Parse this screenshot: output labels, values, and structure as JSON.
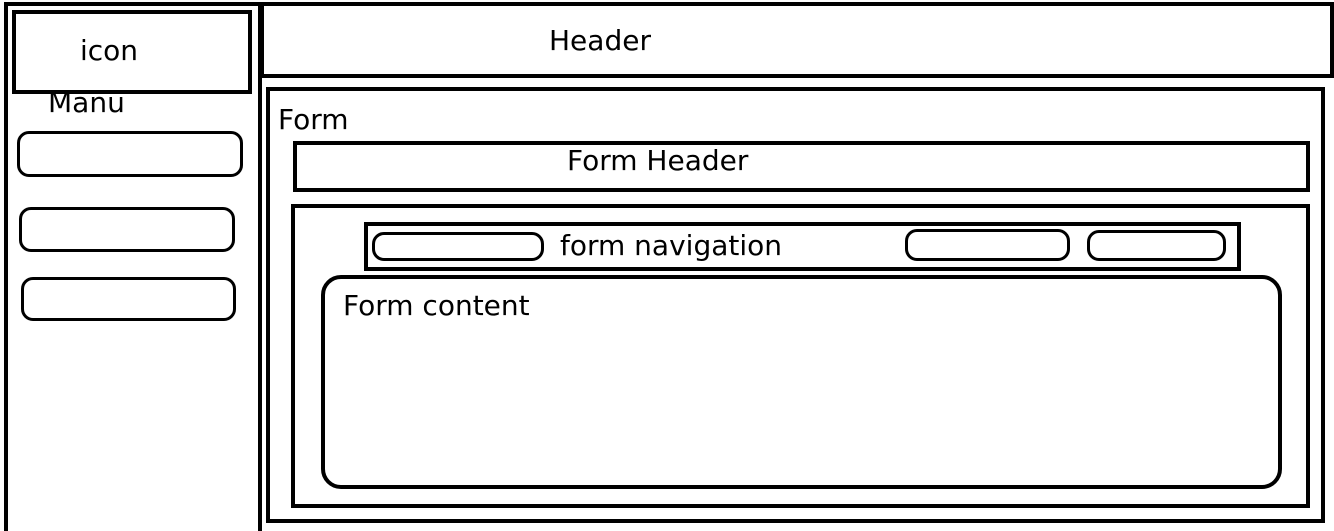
{
  "sidebar": {
    "logo_label": "icon",
    "menu_label": "Manu",
    "menu_items": [
      "",
      "",
      ""
    ]
  },
  "header": {
    "title": "Header"
  },
  "form": {
    "label": "Form",
    "header_title": "Form Header",
    "navigation": {
      "label": "form navigation",
      "buttons": [
        "",
        "",
        ""
      ]
    },
    "content_label": "Form content"
  }
}
